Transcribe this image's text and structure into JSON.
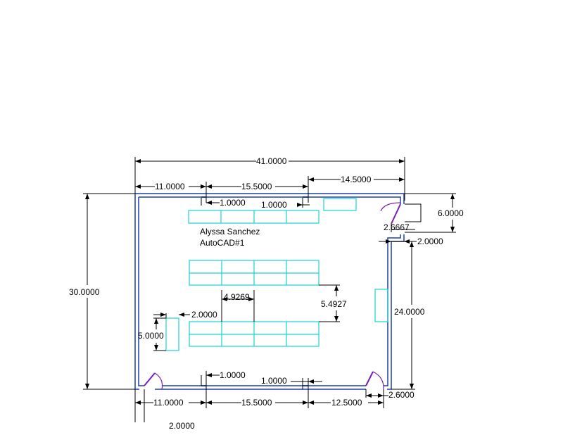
{
  "colors": {
    "wall": "#1f3fa8",
    "furniture": "#19d3d3",
    "door": "#7a1fb3",
    "dimension": "#000000",
    "background": "#ffffff"
  },
  "dimensions": {
    "overall_width": "41.0000",
    "top_left_segment": "11.0000",
    "top_mid_segment": "15.5000",
    "top_right_segment": "14.5000",
    "top_window_1": "1.0000",
    "top_window_2": "1.0000",
    "right_door_offset": "2.6667",
    "right_upper_height": "6.0000",
    "right_step": "2.0000",
    "right_lower_height": "24.0000",
    "overall_height": "30.0000",
    "table_spacing": "4.9269",
    "table_gap_height": "5.4927",
    "left_cabinet_offset": "2.0000",
    "left_cabinet_height": "5.0000",
    "bottom_window_1": "1.0000",
    "bottom_window_2": "1.0000",
    "bottom_left_segment": "11.0000",
    "bottom_mid_segment": "15.5000",
    "bottom_right_segment": "12.5000",
    "bottom_right_door": "2.6000",
    "cut_off_label": "2.0000"
  },
  "notes": {
    "name": "Alyssa Sanchez",
    "drawing": "AutoCAD#1"
  }
}
